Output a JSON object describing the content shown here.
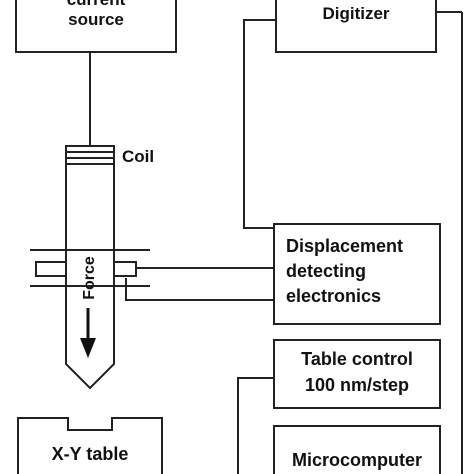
{
  "blocks": {
    "current_source": {
      "line1": "current",
      "line2": "source"
    },
    "digitizer": {
      "label": "Digitizer"
    },
    "displacement": {
      "line1": "Displacement",
      "line2": "detecting",
      "line3": "electronics"
    },
    "table_control": {
      "line1": "Table control",
      "line2": "100 nm/step"
    },
    "microcomputer": {
      "label": "Microcomputer"
    },
    "xy_table": {
      "label": "X-Y table"
    }
  },
  "indenter": {
    "coil_label": "Coil",
    "force_label": "Force"
  },
  "colors": {
    "stroke": "#222222",
    "text": "#111111",
    "background": "#ffffff"
  }
}
